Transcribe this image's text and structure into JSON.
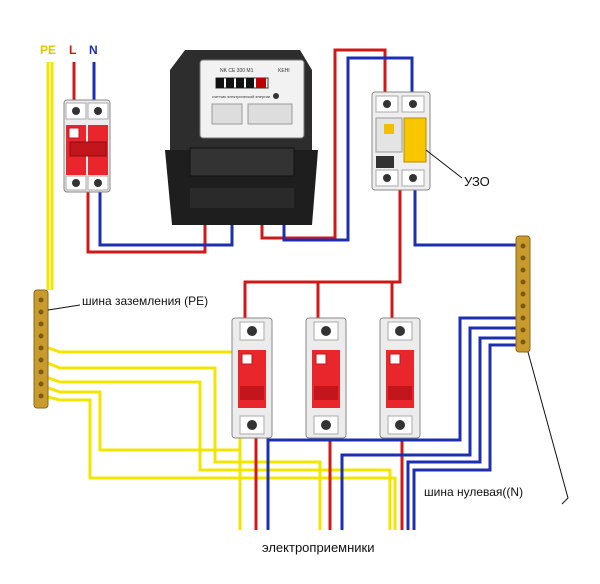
{
  "header": {
    "pe": "PE",
    "l": "L",
    "n": "N"
  },
  "labels": {
    "uzo": "УЗО",
    "ground_bus": "шина заземления (PE)",
    "neutral_bus": "шина нулевая((N)",
    "consumers": "электроприемники"
  },
  "meter": {
    "model": "NK CE 300 M1",
    "brand": "KEHI",
    "title": "счетчик электрической энергии"
  },
  "colors": {
    "pe_wire": "#f2e600",
    "phase_wire": "#d01818",
    "neutral_wire": "#1c2fb0",
    "pe_label": "#e3c600",
    "l_label": "#d01818",
    "n_label": "#1c2fb0",
    "breaker_toggle": "#e8262c",
    "bus_bar": "#c99a2e"
  }
}
